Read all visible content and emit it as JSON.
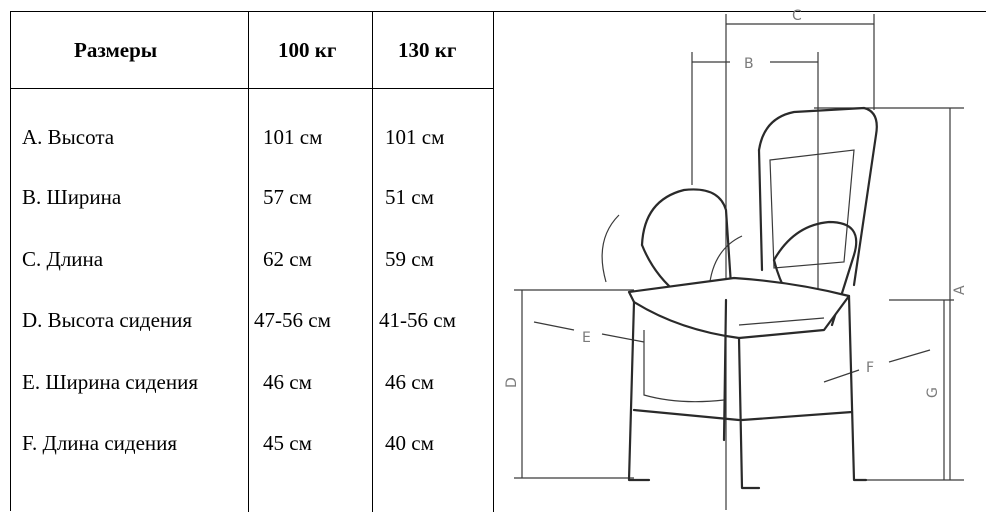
{
  "table": {
    "headers": [
      "Размеры",
      "100 кг",
      "130 кг"
    ],
    "rows": [
      {
        "label": "A. Высота",
        "v100": "101 см",
        "v130": "101 см"
      },
      {
        "label": "B. Ширина",
        "v100": "57 см",
        "v130": "51 см"
      },
      {
        "label": "C. Длина",
        "v100": "62 см",
        "v130": "59 см"
      },
      {
        "label": "D. Высота сидения",
        "v100": "47-56 см",
        "v130": "41-56 см"
      },
      {
        "label": "E. Ширина сидения",
        "v100": "46 см",
        "v130": "46 см"
      },
      {
        "label": "F. Длина сидения",
        "v100": "45 см",
        "v130": "40 см"
      }
    ]
  },
  "diagram": {
    "labels": {
      "A": "A",
      "B": "B",
      "C": "C",
      "D": "D",
      "E": "E",
      "F": "F",
      "G": "G"
    },
    "line_color": "#2a2a2a",
    "label_color": "#7a7a7a"
  }
}
